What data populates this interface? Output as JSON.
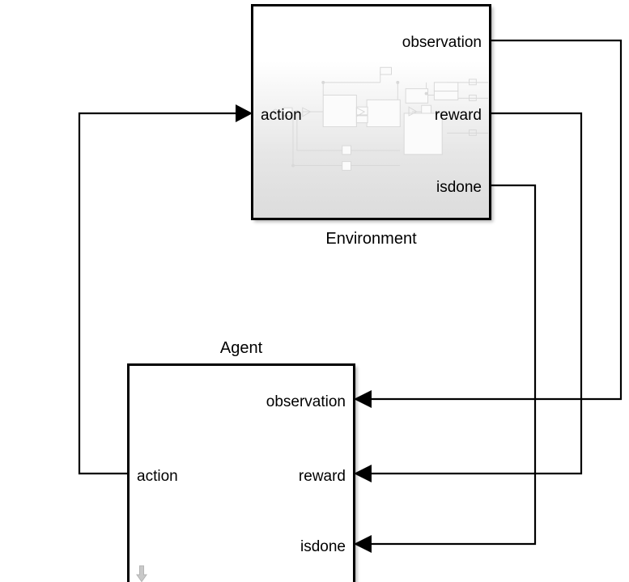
{
  "diagram": {
    "type": "reinforcement-learning-block-diagram",
    "background_color": "#ffffff",
    "wire_color": "#000000",
    "preview_color": "#d8d8d8"
  },
  "environment": {
    "caption": "Environment",
    "fill_top": "#ffffff",
    "fill_bottom": "#dcdcdc",
    "border_color": "#000000",
    "ports": {
      "input_action": "action",
      "output_observation": "observation",
      "output_reward": "reward",
      "output_isdone": "isdone"
    }
  },
  "agent": {
    "caption": "Agent",
    "fill": "#ffffff",
    "border_color": "#000000",
    "badge": "down-arrow-badge",
    "ports": {
      "output_action": "action",
      "input_observation": "observation",
      "input_reward": "reward",
      "input_isdone": "isdone"
    }
  },
  "signals": [
    {
      "name": "observation",
      "from": "environment",
      "to": "agent"
    },
    {
      "name": "reward",
      "from": "environment",
      "to": "agent"
    },
    {
      "name": "isdone",
      "from": "environment",
      "to": "agent"
    },
    {
      "name": "action",
      "from": "agent",
      "to": "environment"
    }
  ]
}
